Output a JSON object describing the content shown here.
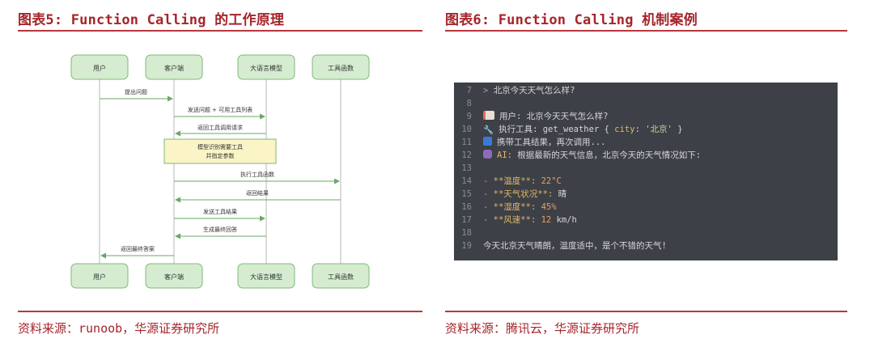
{
  "left_panel": {
    "title": "图表5: Function Calling 的工作原理",
    "source": "资料来源：runoob，华源证券研究所",
    "actors": [
      "用户",
      "客户端",
      "大语言模型",
      "工具函数"
    ],
    "messages": [
      "提出问题",
      "发送问题 + 可用工具列表",
      "返回工具调用请求",
      "执行工具函数",
      "返回结果",
      "发送工具结果",
      "生成最终回答",
      "返回最终答案"
    ],
    "note": [
      "模型识别需要工具",
      "并指定参数"
    ]
  },
  "right_panel": {
    "title": "图表6: Function Calling 机制案例",
    "source": "资料来源：腾讯云，华源证券研究所",
    "code": {
      "l7": {
        "num": "7",
        "prefix": ">",
        "text": "北京今天天气怎么样?"
      },
      "l8": {
        "num": "8"
      },
      "l9": {
        "num": "9",
        "label": "用户:",
        "text": "北京今天天气怎么样?"
      },
      "l10": {
        "num": "10",
        "label": "执行工具:",
        "fn": "get_weather",
        "open": "{",
        "key": "city",
        "colon": ":",
        "val": "'北京'",
        "close": "}"
      },
      "l11": {
        "num": "11",
        "text": "携带工具结果，再次调用..."
      },
      "l12": {
        "num": "12",
        "label": "AI:",
        "text": "根据最新的天气信息，北京今天的天气情况如下:"
      },
      "l13": {
        "num": "13"
      },
      "l14": {
        "num": "14",
        "bullet": "-",
        "key": "**温度**:",
        "val": "22°C"
      },
      "l15": {
        "num": "15",
        "bullet": "-",
        "key": "**天气状况**:",
        "val": "晴"
      },
      "l16": {
        "num": "16",
        "bullet": "-",
        "key": "**湿度**:",
        "val": "45%"
      },
      "l17": {
        "num": "17",
        "bullet": "-",
        "key": "**风速**:",
        "val": "12",
        "unit": "km/h"
      },
      "l18": {
        "num": "18"
      },
      "l19": {
        "num": "19",
        "text": "今天北京天气晴朗，温度适中，是个不错的天气!"
      }
    },
    "colors": {
      "background": "#3d4047",
      "keyword": "#e0b864",
      "number": "#e8a25c",
      "string": "#c9d79a"
    }
  },
  "colors": {
    "accent": "#a5252a",
    "box_fill": "#d5ecd0",
    "box_stroke": "#7fb977",
    "note_fill": "#faf4c6",
    "arrow": "#6aa866"
  }
}
